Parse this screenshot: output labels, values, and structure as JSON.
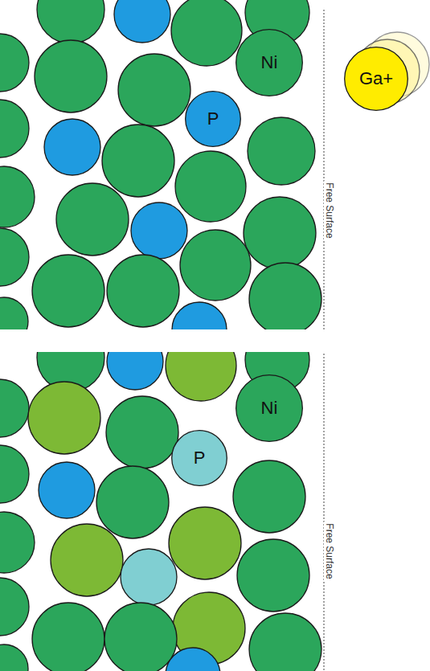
{
  "diagram": {
    "nodes": [
      {
        "text": [
          "Ni"
        ]
      },
      {
        "text": [
          "Ga+"
        ]
      },
      {
        "text": [
          "P"
        ]
      },
      {
        "text": [
          "Ni"
        ]
      },
      {
        "text": [
          "P"
        ]
      }
    ],
    "labels": [
      "Free Surface",
      "Free Surface"
    ]
  }
}
